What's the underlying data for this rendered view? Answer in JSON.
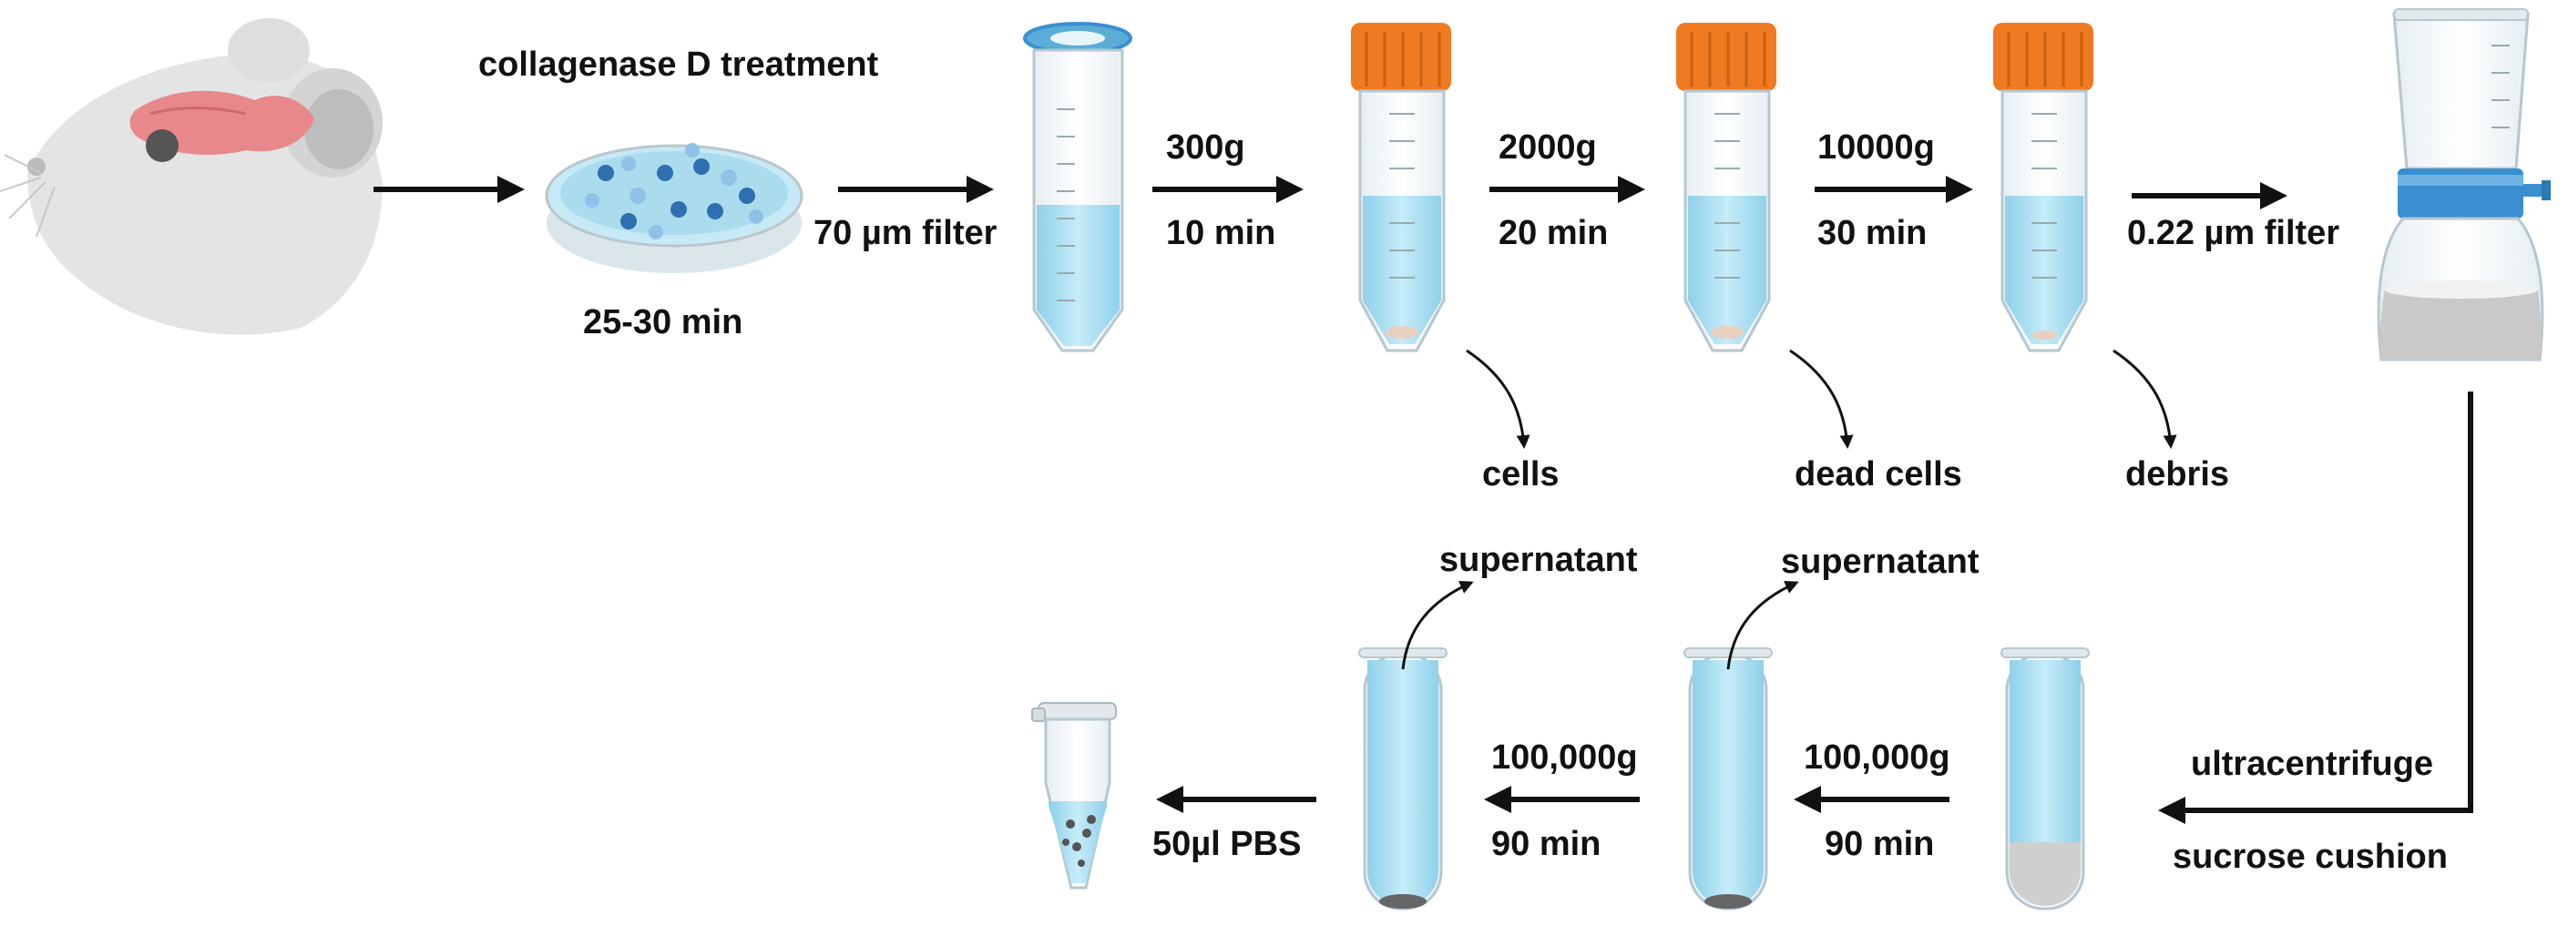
{
  "labels": {
    "collagenase": "collagenase D treatment",
    "collagenase_time": "25-30 min",
    "filter_70": "70 µm filter",
    "spin1_g": "300g",
    "spin1_t": "10 min",
    "spin2_g": "2000g",
    "spin2_t": "20 min",
    "spin3_g": "10000g",
    "spin3_t": "30 min",
    "filter_022": "0.22 µm filter",
    "out1": "cells",
    "out2": "dead cells",
    "out3": "debris",
    "sup1": "supernatant",
    "sup2": "supernatant",
    "uc1_g": "100,000g",
    "uc1_t": "90 min",
    "uc2_g": "100,000g",
    "uc2_t": "90 min",
    "ultracentrifuge": "ultracentrifuge",
    "sucrose": "sucrose cushion",
    "pbs": "50µl PBS"
  },
  "colors": {
    "liquid": "#a9dcef",
    "liquid_dark": "#7cc3e2",
    "cap_orange": "#f07a22",
    "filter_blue": "#3a8fd0",
    "brain": "#e8888a",
    "arrow": "#111111",
    "cell_dark": "#2f6fb0",
    "cell_light": "#8fc2e6"
  },
  "icons": [
    "mouse-head-icon",
    "petri-dish-icon",
    "filter-tube-icon",
    "falcon-tube-icon",
    "vacuum-filter-icon",
    "ultracentrifuge-tube-icon",
    "microtube-icon"
  ]
}
